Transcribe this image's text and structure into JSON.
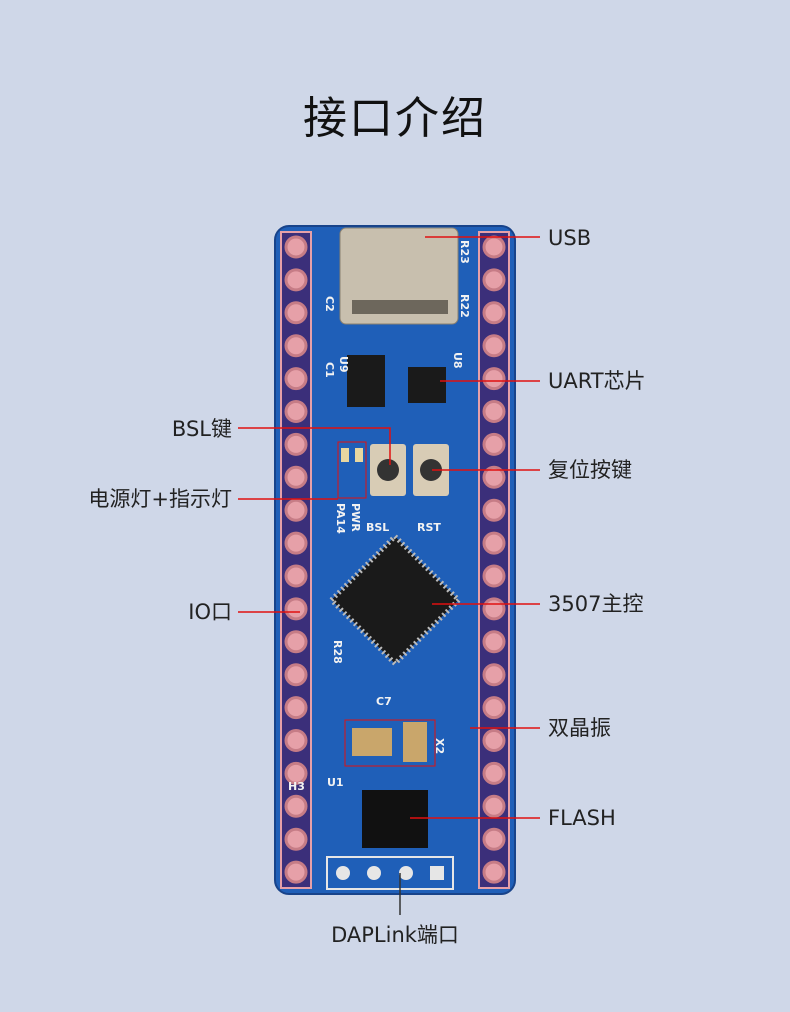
{
  "title": "接口介绍",
  "labels": {
    "usb": "USB",
    "uart": "UART芯片",
    "bsl": "BSL键",
    "reset": "复位按键",
    "leds": "电源灯+指示灯",
    "io": "IO口",
    "mcu": "3507主控",
    "crystal": "双晶振",
    "flash": "FLASH",
    "daplink": "DAPLink端口"
  },
  "silkscreen": [
    "R23",
    "R22",
    "C2",
    "C1",
    "U9",
    "U8",
    "PA14",
    "PWR",
    "BSL",
    "RST",
    "U1",
    "X2",
    "R28",
    "C7",
    "H3"
  ],
  "colors": {
    "background": "#cfd7e8",
    "board": "#1f5fb8",
    "pad": "#e6a0a8",
    "leader": "#e01010"
  }
}
